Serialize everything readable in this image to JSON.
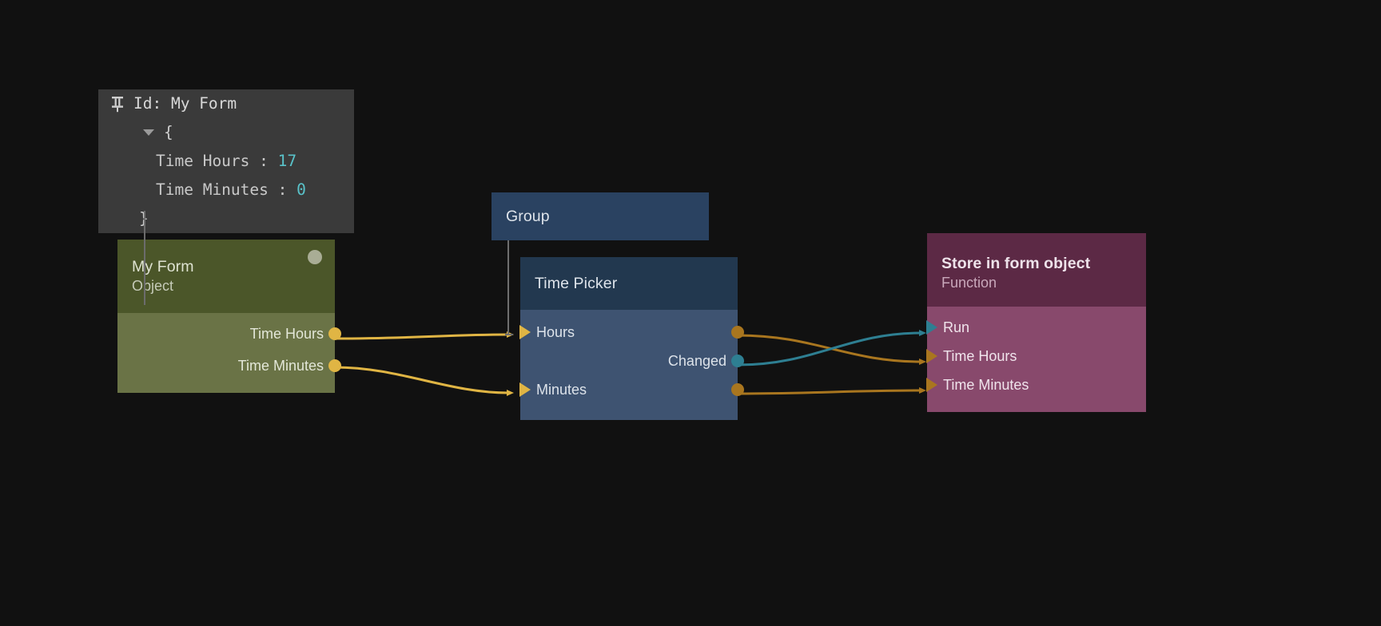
{
  "canvas": {
    "background": "#111111"
  },
  "inspector": {
    "name": "pinned-value-inspector",
    "pin_icon": "pin-icon",
    "id_label": "Id: My Form",
    "open_brace": "{",
    "close_brace": "}",
    "entries": [
      {
        "key": "Time Hours : ",
        "value": "17"
      },
      {
        "key": "Time Minutes : ",
        "value": "0"
      }
    ],
    "colors": {
      "panel": "#3a3a3a",
      "text": "#cfcfcf",
      "number": "#59c2c9"
    }
  },
  "nodes": [
    {
      "id": "myform",
      "title": "My Form",
      "subtitle": "Object",
      "status_dot": true,
      "header_color": "#4b5629",
      "body_color": "#6a7346",
      "outputs": [
        {
          "label": "Time Hours",
          "port_color": "#e0b544"
        },
        {
          "label": "Time Minutes",
          "port_color": "#e0b544"
        }
      ],
      "inputs": []
    },
    {
      "id": "group",
      "title": "Group",
      "subtitle": "",
      "header_color": "#2a4261",
      "outputs": [],
      "inputs": []
    },
    {
      "id": "timepicker",
      "title": "Time Picker",
      "subtitle": "",
      "header_color": "#22384f",
      "body_color": "#3e5371",
      "inputs": [
        {
          "label": "Hours",
          "arrow_color": "#e0b544"
        },
        {
          "label": "Minutes",
          "arrow_color": "#e0b544"
        }
      ],
      "outputs": [
        {
          "label": "",
          "port_color": "#a9761f",
          "name": "hours-out"
        },
        {
          "label": "Changed",
          "port_color": "#2e7f92"
        },
        {
          "label": "",
          "port_color": "#a9761f",
          "name": "minutes-out"
        }
      ]
    },
    {
      "id": "store",
      "title": "Store in form object",
      "subtitle": "Function",
      "header_color": "#5c2945",
      "body_color": "#88496c",
      "inputs": [
        {
          "label": "Run",
          "arrow_color": "#2e7f92"
        },
        {
          "label": "Time Hours",
          "arrow_color": "#a9761f"
        },
        {
          "label": "Time Minutes",
          "arrow_color": "#a9761f"
        }
      ],
      "outputs": []
    }
  ],
  "edges": [
    {
      "from": "myform.Time Hours",
      "to": "timepicker.Hours",
      "color": "#e0b544"
    },
    {
      "from": "myform.Time Minutes",
      "to": "timepicker.Minutes",
      "color": "#e0b544"
    },
    {
      "from": "timepicker.Hours-out",
      "to": "store.Time Hours",
      "color": "#a9761f"
    },
    {
      "from": "timepicker.Changed",
      "to": "store.Run",
      "color": "#2e7f92"
    },
    {
      "from": "timepicker.Minutes-out",
      "to": "store.Time Minutes",
      "color": "#a9761f"
    }
  ]
}
